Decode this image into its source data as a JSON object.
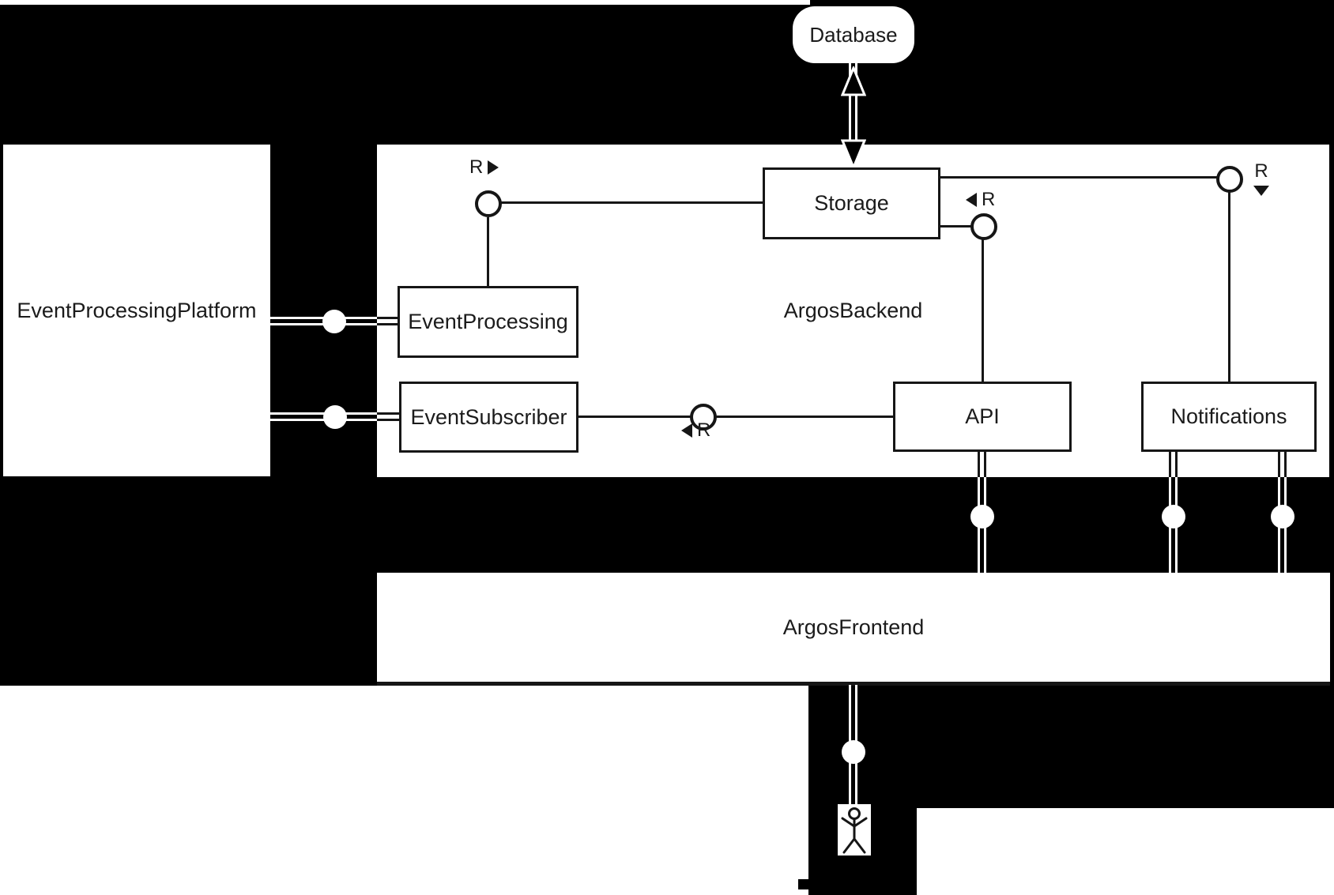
{
  "diagram": {
    "colors": {
      "background": "#000000",
      "surface": "#ffffff",
      "line": "#161616"
    },
    "database": {
      "label": "Database"
    },
    "platform": {
      "label": "EventProcessingPlatform"
    },
    "backend": {
      "label": "ArgosBackend",
      "storage": {
        "label": "Storage"
      },
      "event_processing": {
        "label": "EventProcessing"
      },
      "event_subscriber": {
        "label": "EventSubscriber"
      },
      "api": {
        "label": "API"
      },
      "notifications": {
        "label": "Notifications"
      }
    },
    "frontend": {
      "label": "ArgosFrontend"
    },
    "markers": {
      "event_processing_r": "R",
      "storage_api_r": "R",
      "notifications_r": "R",
      "subscriber_api_r": "R"
    }
  }
}
